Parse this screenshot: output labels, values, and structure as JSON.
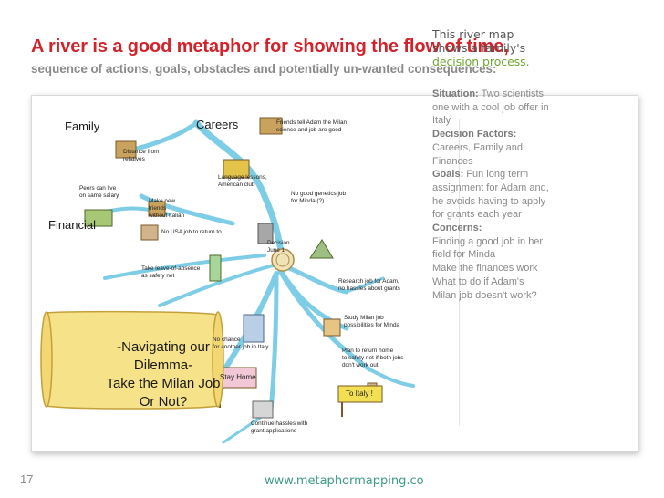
{
  "header": {
    "title": "A river is a good metaphor for showing the flow of time,",
    "subtitle": "sequence of actions, goals, obstacles and potentially un-wanted consequences:"
  },
  "map": {
    "headings": {
      "family": "Family",
      "careers": "Careers",
      "financial": "Financial"
    },
    "labels": {
      "distance": "Distance from\nrelatives",
      "friends_tell": "Friends tell Adam the Milan\nscience and job are good",
      "language": "Language lessons,\nAmerican club",
      "peers": "Peers can live\non same salary",
      "new_friends": "Make new\nfriends\nwithout Italian",
      "good_genetics": "No good genetics job\nfor Minda (?)",
      "no_usa_job": "No USA job to return to",
      "decision": "Decision\nJune 1",
      "leave_absence": "Take leave-of-absence\nas safety net",
      "research_job": "Research job for Adam,\nno hassles about grants",
      "no_chance": "No chance\nfor another job in Italy",
      "study_milan": "Study Milan job\npossibilities for Minda",
      "plan_return": "Plan to return home\nto safety net if both jobs\ndon't work out",
      "stay_home": "Stay Home",
      "to_italy": "To Italy !",
      "continue_hassles": "Continue hassles with\ngrant applications"
    },
    "scroll_text": "-Navigating our Dilemma-\nTake the Milan Job\nOr Not?"
  },
  "sidebar": {
    "intro_1": "This river map",
    "intro_2": "shows a family's",
    "intro_3": "decision process.",
    "situation_label": "Situation:",
    "situation_text": " Two scientists,",
    "situation_l2": "one with a cool job offer in",
    "situation_l3": "Italy",
    "factors_label": "Decision Factors:",
    "factors_l1": "Careers, Family and",
    "factors_l2": "Finances",
    "goals_label": "Goals:",
    "goals_text": "  Fun long term",
    "goals_l2": "assignment for Adam and,",
    "goals_l3": "he avoids having to apply",
    "goals_l4": "for grants each year",
    "concerns_label": "Concerns:",
    "concerns_l1": "Finding a good job in her",
    "concerns_l2": "field for Minda",
    "concerns_l3": "Make the finances work",
    "concerns_l4": "What to do if Adam's",
    "concerns_l5": "Milan job doesn't work?"
  },
  "footer": {
    "page_number": "17",
    "url": "www.metaphormapping.co"
  },
  "colors": {
    "title_red": "#d3222a",
    "river_blue": "#7ecde6",
    "accent_green": "#6fa832",
    "url_teal": "#3c9c88",
    "scroll_yellow": "#f6e389"
  }
}
